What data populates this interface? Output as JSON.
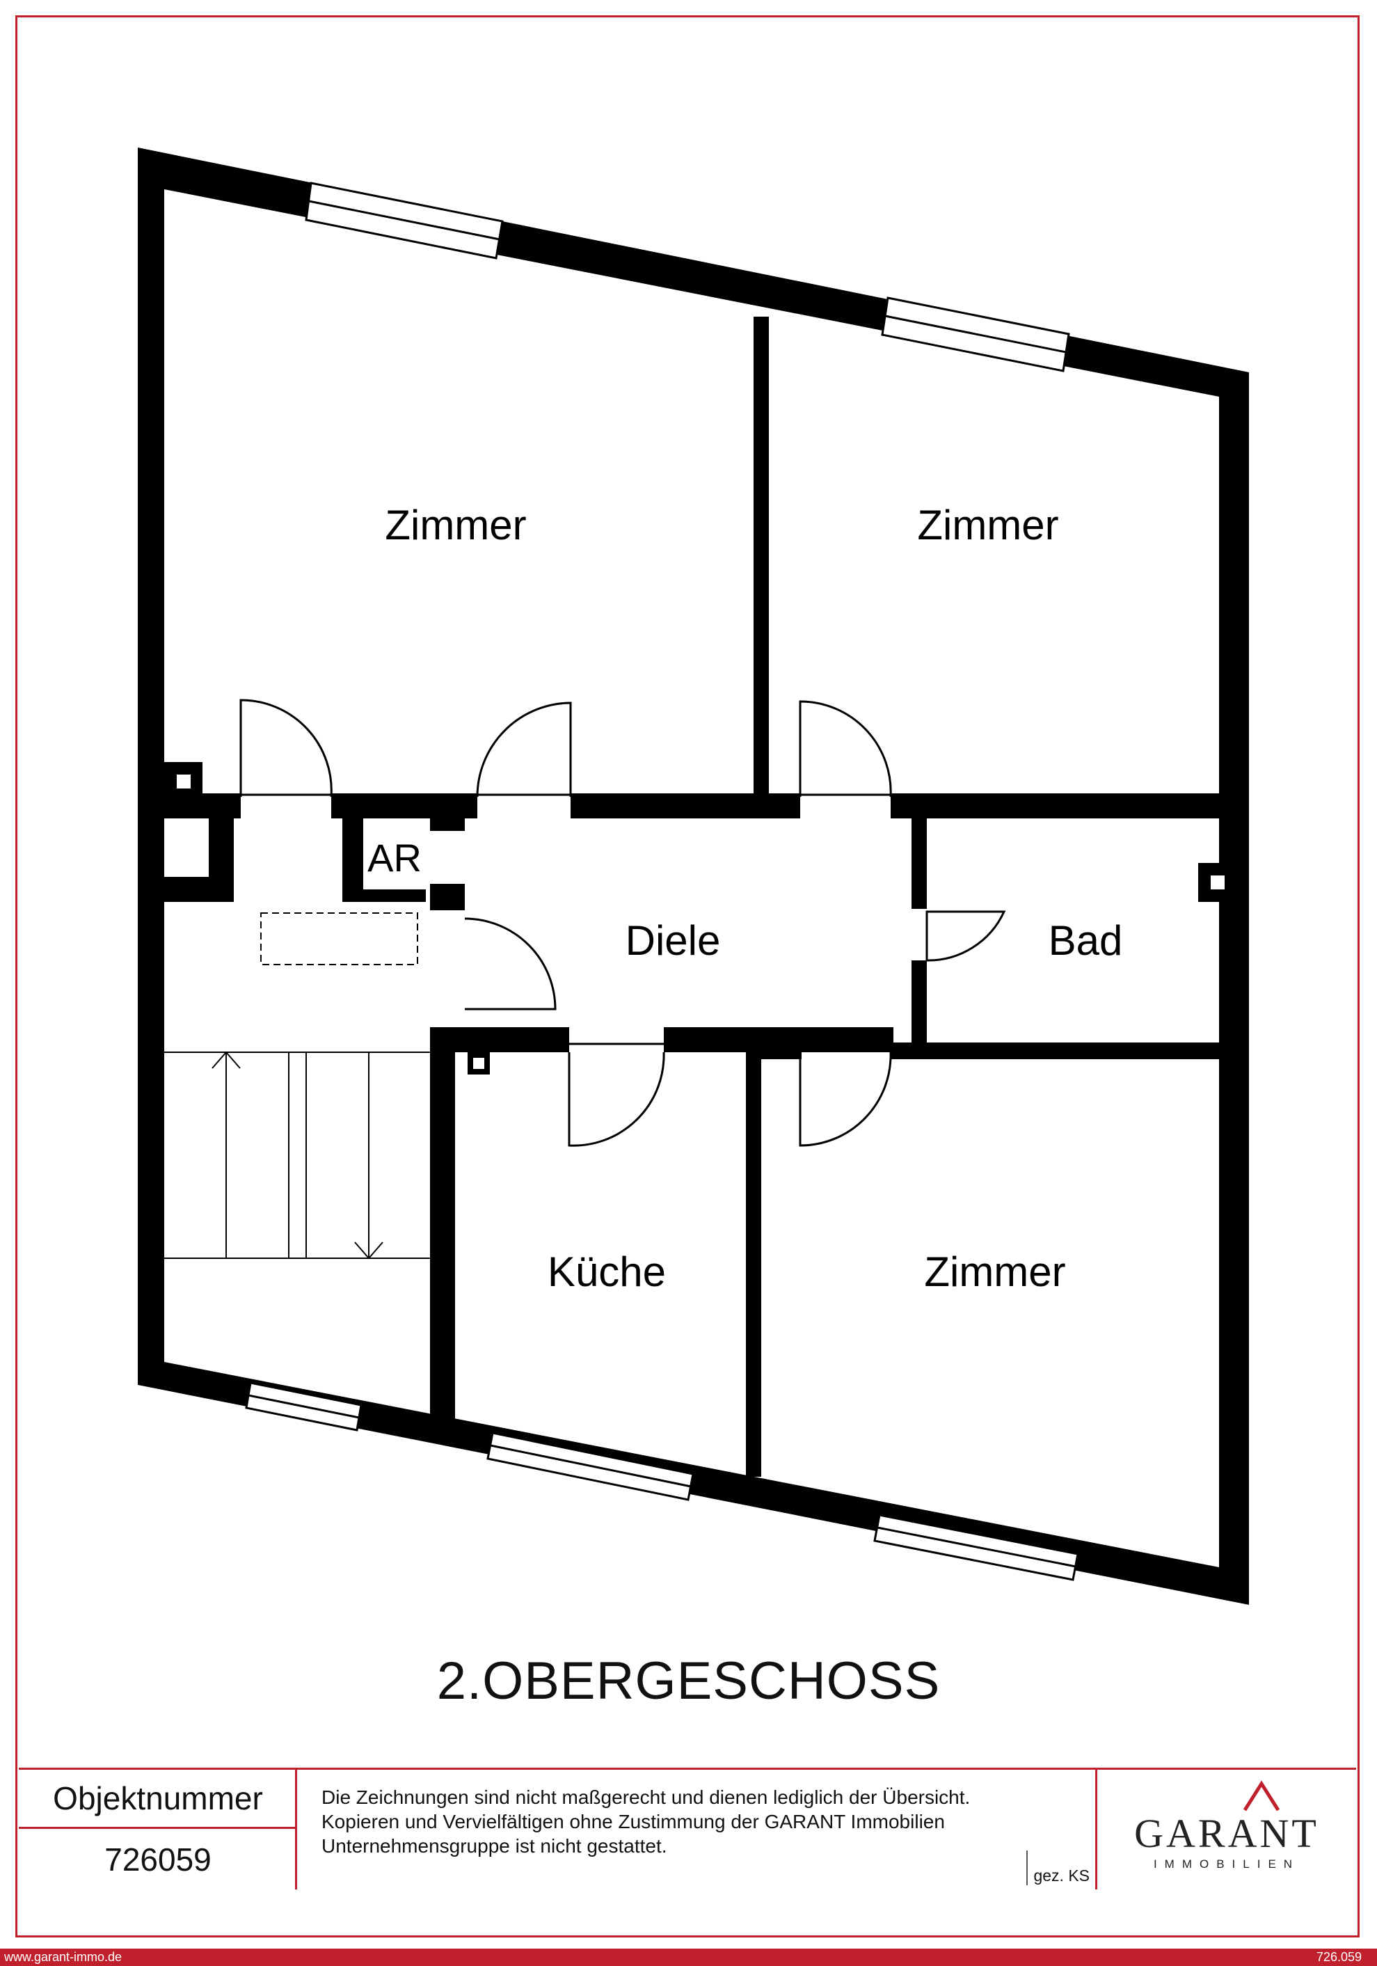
{
  "floor_plan": {
    "title": "2.OBERGESCHOSS",
    "rooms": {
      "zimmer_nw": "Zimmer",
      "zimmer_ne": "Zimmer",
      "ar": "AR",
      "diele": "Diele",
      "bad": "Bad",
      "kueche": "Küche",
      "zimmer_se": "Zimmer"
    },
    "colors": {
      "wall": "#000000",
      "frame": "#c0202c"
    }
  },
  "footer": {
    "object_label": "Objektnummer",
    "object_number": "726059",
    "disclaimer_line1": "Die Zeichnungen sind nicht maßgerecht und dienen lediglich der Übersicht.",
    "disclaimer_line2": "Kopieren und Vervielfältigen ohne Zustimmung der GARANT Immobilien",
    "disclaimer_line3": "Unternehmensgruppe ist nicht gestattet.",
    "signature": "gez. KS",
    "logo_text": "GARANT",
    "logo_subtext": "IMMOBILIEN"
  },
  "bottom_bar": {
    "website": "www.garant-immo.de",
    "reference": "726.059"
  }
}
